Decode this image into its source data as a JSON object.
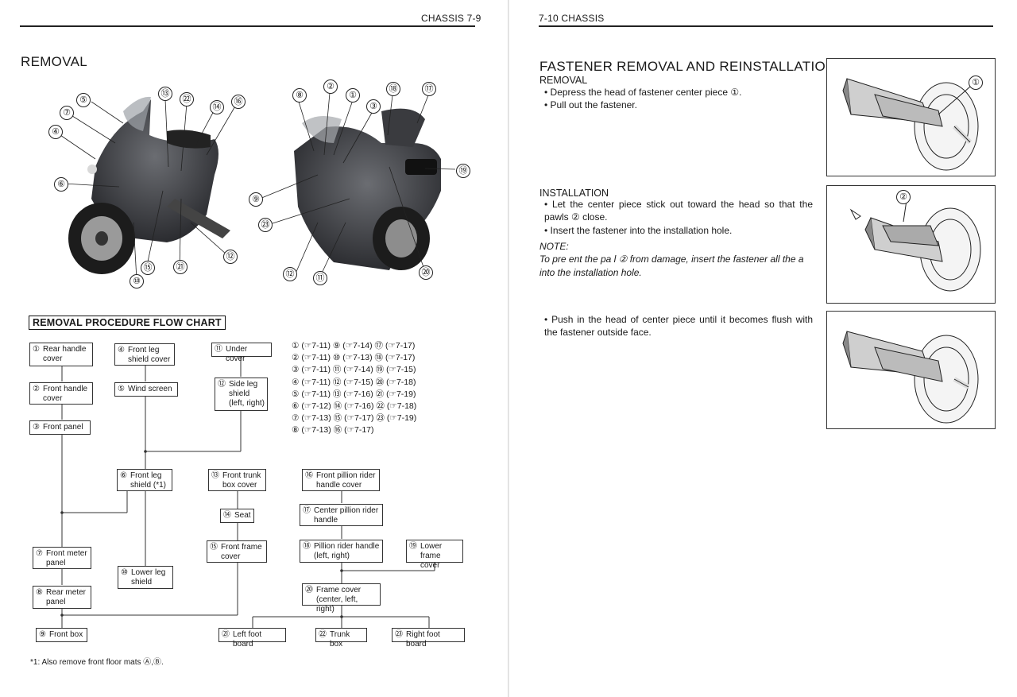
{
  "left_page": {
    "header": "CHASSIS   7-9",
    "section_title": "REMOVAL",
    "photo_left_callouts": [
      "⑤",
      "⑦",
      "④",
      "⑥",
      "⑬",
      "㉒",
      "⑭",
      "⑯",
      "⑮",
      "㉑",
      "⑫",
      "⑩"
    ],
    "photo_right_callouts": [
      "⑧",
      "②",
      "①",
      "③",
      "⑱",
      "⑰",
      "⑲",
      "⑨",
      "㉓",
      "⑫",
      "⑪",
      "⑳"
    ],
    "flow_chart_title": "REMOVAL PROCEDURE FLOW CHART",
    "boxes": {
      "b1": {
        "num": "①",
        "label": "Rear handle cover"
      },
      "b2": {
        "num": "②",
        "label": "Front handle cover"
      },
      "b3": {
        "num": "③",
        "label": "Front panel"
      },
      "b4": {
        "num": "④",
        "label": "Front leg shield cover"
      },
      "b5": {
        "num": "⑤",
        "label": "Wind screen"
      },
      "b11": {
        "num": "⑪",
        "label": "Under cover"
      },
      "b12": {
        "num": "⑫",
        "label": "Side leg shield (left, right)"
      },
      "b6": {
        "num": "⑥",
        "label": "Front leg shield (*1)"
      },
      "b13": {
        "num": "⑬",
        "label": "Front trunk box cover"
      },
      "b14": {
        "num": "⑭",
        "label": "Seat"
      },
      "b15": {
        "num": "⑮",
        "label": "Front frame cover"
      },
      "b16": {
        "num": "⑯",
        "label": "Front pillion rider handle cover"
      },
      "b17": {
        "num": "⑰",
        "label": "Center pillion rider handle"
      },
      "b18": {
        "num": "⑱",
        "label": "Pillion rider handle (left, right)"
      },
      "b19": {
        "num": "⑲",
        "label": "Lower frame cover"
      },
      "b20": {
        "num": "⑳",
        "label": "Frame cover (center, left, right)"
      },
      "b7": {
        "num": "⑦",
        "label": "Front meter panel"
      },
      "b8": {
        "num": "⑧",
        "label": "Rear meter panel"
      },
      "b10": {
        "num": "⑩",
        "label": "Lower leg shield"
      },
      "b9": {
        "num": "⑨",
        "label": "Front box"
      },
      "b21": {
        "num": "㉑",
        "label": "Left foot board"
      },
      "b22": {
        "num": "㉒",
        "label": "Trunk box"
      },
      "b23": {
        "num": "㉓",
        "label": "Right foot board"
      }
    },
    "page_refs": [
      "① (☞7-11) ⑨ (☞7-14) ⑰ (☞7-17)",
      "② (☞7-11) ⑩ (☞7-13) ⑱ (☞7-17)",
      "③ (☞7-11) ⑪ (☞7-14) ⑲ (☞7-15)",
      "④ (☞7-11) ⑫ (☞7-15) ⑳ (☞7-18)",
      "⑤ (☞7-11) ⑬ (☞7-16) ㉑ (☞7-19)",
      "⑥ (☞7-12) ⑭ (☞7-16) ㉒ (☞7-18)",
      "⑦ (☞7-13) ⑮ (☞7-17) ㉓ (☞7-19)",
      "⑧ (☞7-13) ⑯ (☞7-17)"
    ],
    "footnote": "*1: Also remove front floor mats Ⓐ,Ⓑ."
  },
  "right_page": {
    "header": "7-10   CHASSIS",
    "title": "FASTENER REMOVAL AND REINSTALLATION",
    "removal_heading": "REMOVAL",
    "removal_steps": [
      "Depress the head of fastener center piece ①.",
      "Pull out the fastener."
    ],
    "installation_heading": "INSTALLATION",
    "installation_steps": [
      "Let the center piece stick out toward the head so that the pawls ② close.",
      "Insert the fastener into the installation hole."
    ],
    "note_label": "NOTE:",
    "note_text": "To pre ent the pa l ② from damage, insert the fastener all the a into the installation hole.",
    "final_step": "Push in the head of center piece until it becomes flush with the fastener outside face.",
    "fig_callouts": [
      "①",
      "②"
    ]
  }
}
